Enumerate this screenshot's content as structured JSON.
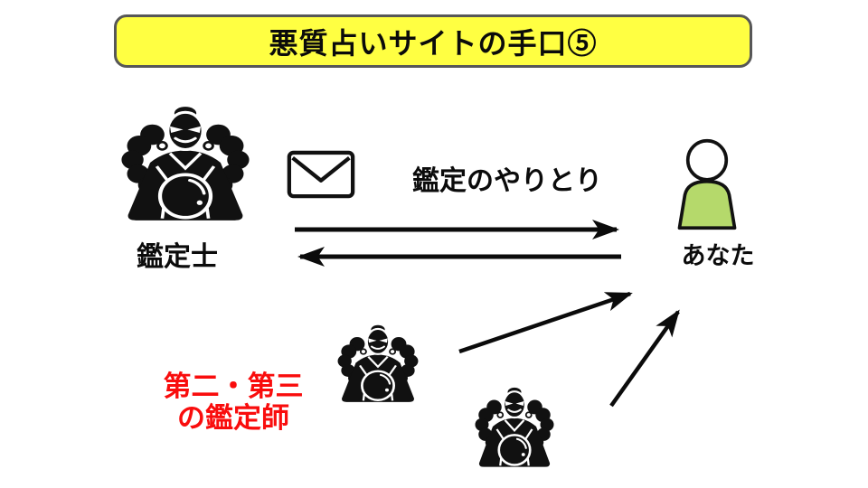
{
  "banner": {
    "title": "悪質占いサイトの手口⑤",
    "bg_color": "#ffff42",
    "border_color": "#575757"
  },
  "appraiser": {
    "label": "鑑定士"
  },
  "exchange": {
    "label": "鑑定のやりとり"
  },
  "you": {
    "label": "あなた",
    "body_color": "#b5d96b"
  },
  "second_appraisers": {
    "line1": "第二・第三",
    "line2": "の鑑定師",
    "text_color": "#f90d0d"
  },
  "icons": {
    "appraiser": "fortune-teller-icon",
    "message": "envelope-icon",
    "you": "person-icon",
    "flow": "arrow-lines"
  }
}
